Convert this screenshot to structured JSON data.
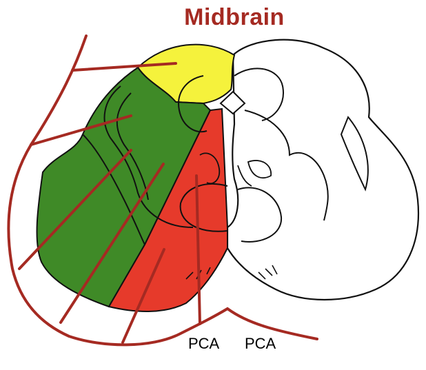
{
  "title": "Midbrain",
  "labels": {
    "pca_left": "PCA",
    "pca_right": "PCA"
  },
  "colors": {
    "title": "#a52a22",
    "artery": "#a52a22",
    "green_territory": "#3f8a27",
    "red_territory": "#e63a2b",
    "yellow_territory": "#f5f23c",
    "outline": "#111111"
  }
}
